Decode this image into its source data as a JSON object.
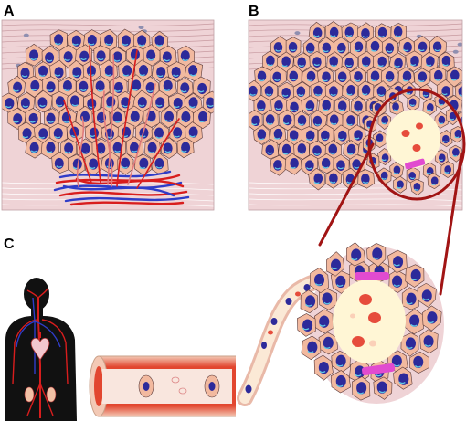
{
  "panels": {
    "a": {
      "label": "A"
    },
    "b": {
      "label": "B"
    },
    "c": {
      "label": "C"
    }
  },
  "colors": {
    "tissue_background": "#efd3d6",
    "stroma_lines": "#c79aa0",
    "cell_fill": "#f2b99f",
    "cell_outline": "#5a3a3a",
    "nucleus": "#2d2a9a",
    "nucleus_highlight": "#5ec8e6",
    "vessel_red": "#d81d1d",
    "vessel_blue": "#2f3cc8",
    "lumen_fill": "#fff6d5",
    "red_blood_cell": "#e64c3c",
    "endothelial_pink": "#e14bd0",
    "zoom_ring": "#a11414",
    "silhouette": "#111111",
    "heart": "#f3c8cf"
  },
  "icons": [
    "tumor-cell-icon",
    "blood-vessel-icon",
    "human-silhouette-icon",
    "heart-icon",
    "kidney-icon",
    "artery-icon"
  ]
}
